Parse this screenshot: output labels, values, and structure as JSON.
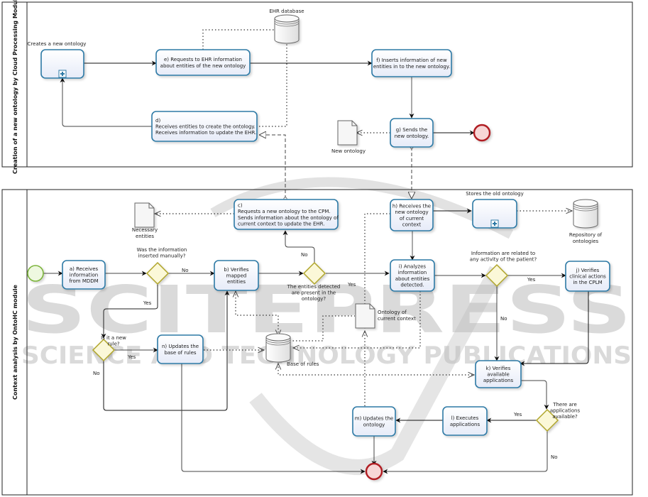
{
  "pools": [
    {
      "id": "cpm",
      "label": "Creation of a new ontology by Cloud Processing Module"
    },
    {
      "id": "ontohc",
      "label": "Context analysis  by  OntoHC module"
    }
  ],
  "tasks": {
    "create_new_ontology": {
      "label": "Creates a new ontology",
      "lines": [],
      "subprocess": true
    },
    "e": {
      "lines": [
        "e) Requests to EHR information",
        "about entities of the new ontology"
      ]
    },
    "f": {
      "lines": [
        "f) Inserts information of new",
        "entities in to the new ontology."
      ]
    },
    "d": {
      "lines": [
        "d)",
        "Receives entities to create the ontology.",
        "Receives information to update the EHR."
      ]
    },
    "g": {
      "lines": [
        "g) Sends the",
        "new ontology."
      ]
    },
    "c": {
      "lines": [
        "c)",
        "Requests a new ontology to the CPM.",
        "Sends information about the ontology of",
        "current context to update the EHR."
      ]
    },
    "h": {
      "lines": [
        "h) Receives the",
        "new ontology",
        "of current",
        "context"
      ]
    },
    "store_old": {
      "label": "Stores the old ontology",
      "lines": [],
      "subprocess": true
    },
    "a": {
      "lines": [
        "a) Receives",
        "information",
        "from MDDM"
      ]
    },
    "b": {
      "lines": [
        "b) Verifies",
        "mapped",
        "entities"
      ]
    },
    "i": {
      "lines": [
        "i) Analyzes",
        "information",
        "about entities",
        "detected."
      ]
    },
    "j": {
      "lines": [
        "j) Verifies",
        "clinical actions",
        "in the CPLM"
      ]
    },
    "n": {
      "lines": [
        "n) Updates the",
        "base of rules"
      ]
    },
    "k": {
      "lines": [
        "k) Verifies",
        "available",
        "applications"
      ]
    },
    "l": {
      "lines": [
        "l) Executes",
        "applications"
      ]
    },
    "m": {
      "lines": [
        "m) Updates the",
        "ontology"
      ]
    }
  },
  "gateways": {
    "manual": {
      "lines": [
        "Was the information",
        "inserted manually?"
      ]
    },
    "present": {
      "lines": [
        "The entities detected",
        "are present in the",
        "ontology?"
      ]
    },
    "activity": {
      "lines": [
        "Information are related to",
        "any activity of the patient?"
      ]
    },
    "new_rule": {
      "lines": [
        "Is it a new",
        "rule?"
      ]
    },
    "apps": {
      "lines": [
        "There are",
        "applications",
        "available?"
      ]
    }
  },
  "data_objects": {
    "new_ontology": {
      "lines": [
        "New ontology"
      ]
    },
    "necessary_entities": {
      "lines": [
        "Necessary",
        "entities"
      ]
    },
    "ontology_current": {
      "lines": [
        "Ontology of",
        "current context"
      ]
    }
  },
  "data_stores": {
    "ehr": {
      "lines": [
        "EHR database"
      ]
    },
    "repository": {
      "lines": [
        "Repository of",
        "ontologies"
      ]
    },
    "rules": {
      "lines": [
        "Base of rules"
      ]
    }
  },
  "flow_labels": {
    "yes": "Yes",
    "no": "No"
  },
  "watermark": {
    "line1": "SCITEPRESS",
    "line2": "SCIENCE AND TECHNOLOGY PUBLICATIONS"
  },
  "colors": {
    "task_stroke": "#2e7aa6",
    "task_fill": "#eef2fb",
    "gateway_stroke": "#b0a52a",
    "gateway_fill": "#fbf8d8",
    "start_stroke": "#7bb43a",
    "start_fill": "#eef8e0",
    "end_stroke": "#b01e23",
    "end_fill": "#f7d6d6"
  }
}
